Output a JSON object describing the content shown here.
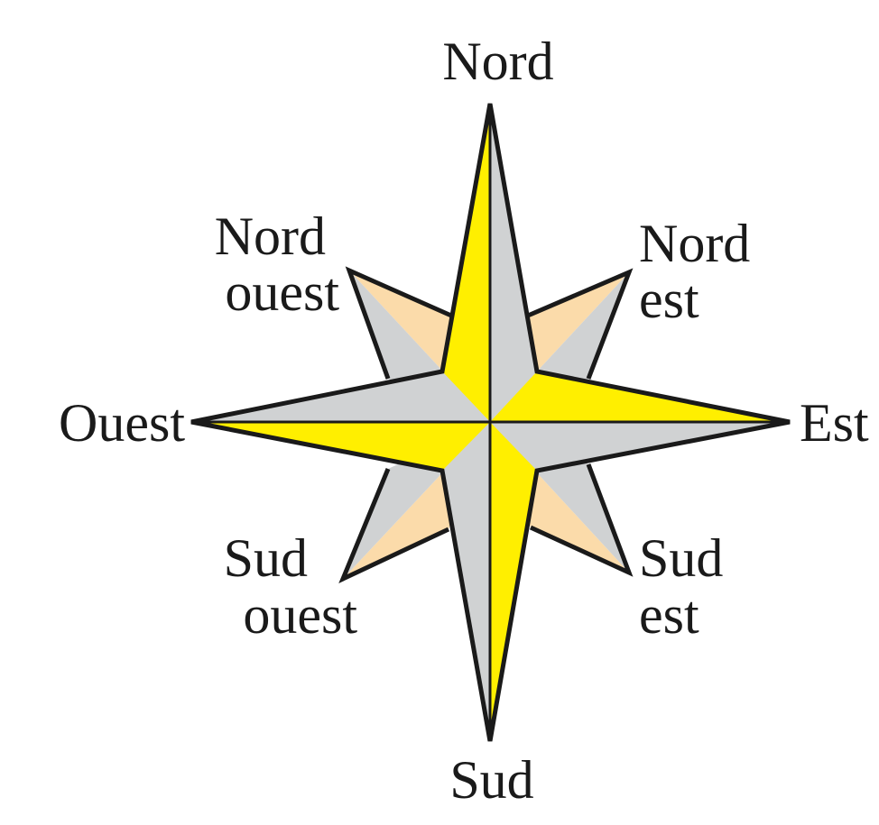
{
  "directions": {
    "nord": "Nord",
    "sud": "Sud",
    "est": "Est",
    "ouest": "Ouest",
    "nord_ouest": [
      "Nord",
      "ouest"
    ],
    "nord_est": [
      "Nord",
      "est"
    ],
    "sud_ouest": [
      "Sud",
      "ouest"
    ],
    "sud_est": [
      "Sud",
      "est"
    ]
  },
  "colors": {
    "cardinal_light": "#ffef00",
    "cardinal_shade": "#d0d2d3",
    "diagonal_light": "#fbdbaa",
    "diagonal_shade": "#d0d2d3",
    "outline": "#1a1a1a"
  }
}
